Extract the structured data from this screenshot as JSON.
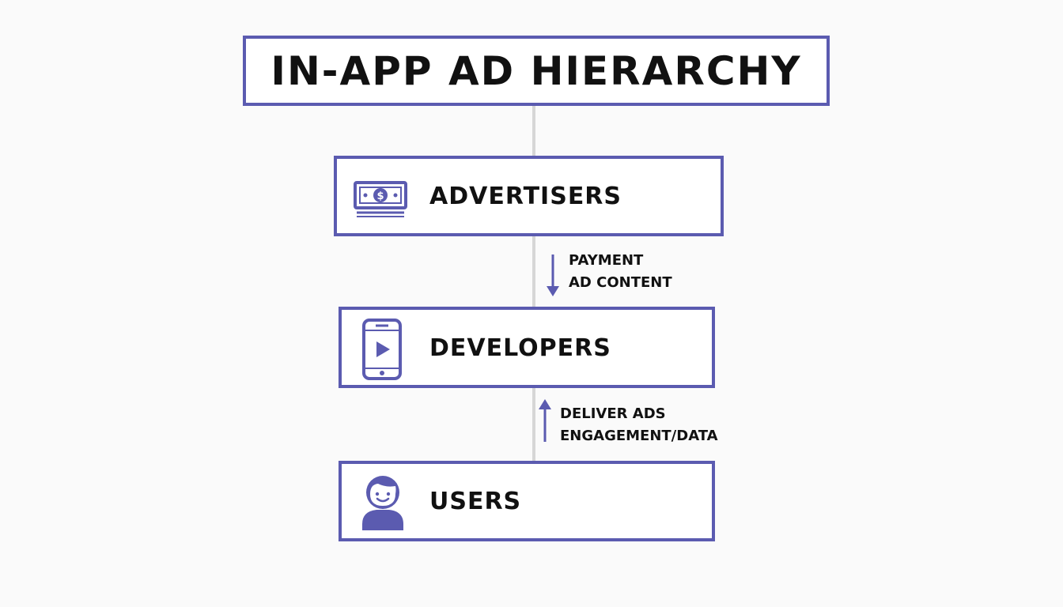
{
  "title": "IN-APP AD HIERARCHY",
  "colors": {
    "accent": "#5b5bb0",
    "connector": "#d6d6d6",
    "text": "#111111",
    "background": "#fafafa"
  },
  "nodes": [
    {
      "label": "ADVERTISERS",
      "icon": "money-bill-icon"
    },
    {
      "label": "DEVELOPERS",
      "icon": "smartphone-play-icon"
    },
    {
      "label": "USERS",
      "icon": "user-avatar-icon"
    }
  ],
  "flows": [
    {
      "direction": "down",
      "lines": [
        "PAYMENT",
        "AD CONTENT"
      ]
    },
    {
      "direction": "up",
      "lines": [
        "DELIVER ADS",
        "ENGAGEMENT/DATA"
      ]
    }
  ]
}
